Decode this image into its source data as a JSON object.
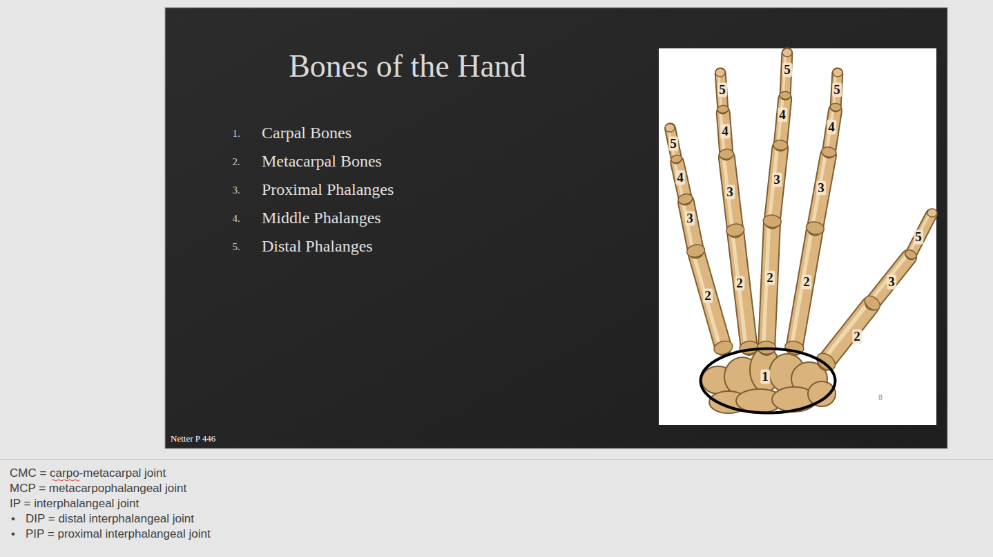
{
  "diagram": {
    "title": "Bones of the Hand",
    "nodes": [
      {
        "text": [
          "1"
        ]
      }
    ],
    "labels": [
      "1.",
      "Carpal Bones",
      "2.",
      "Metacarpal Bones",
      "3.",
      "Proximal Phalanges",
      "4.",
      "Middle Phalanges",
      "5.",
      "Distal Phalanges",
      "5",
      "5",
      "5",
      "4",
      "4",
      "4",
      "5",
      "4",
      "3",
      "3",
      "3",
      "3",
      "5",
      "2",
      "3",
      "2",
      "2",
      "2",
      "2",
      "8",
      "Netter P 446",
      "CMC = carpo-metacarpal joint",
      "MCP = metacarpophalangeal joint",
      "IP = interphalangeal joint",
      "•",
      "DIP = distal interphalangeal joint",
      "•",
      "PIP = proximal interphalangeal joint"
    ]
  }
}
